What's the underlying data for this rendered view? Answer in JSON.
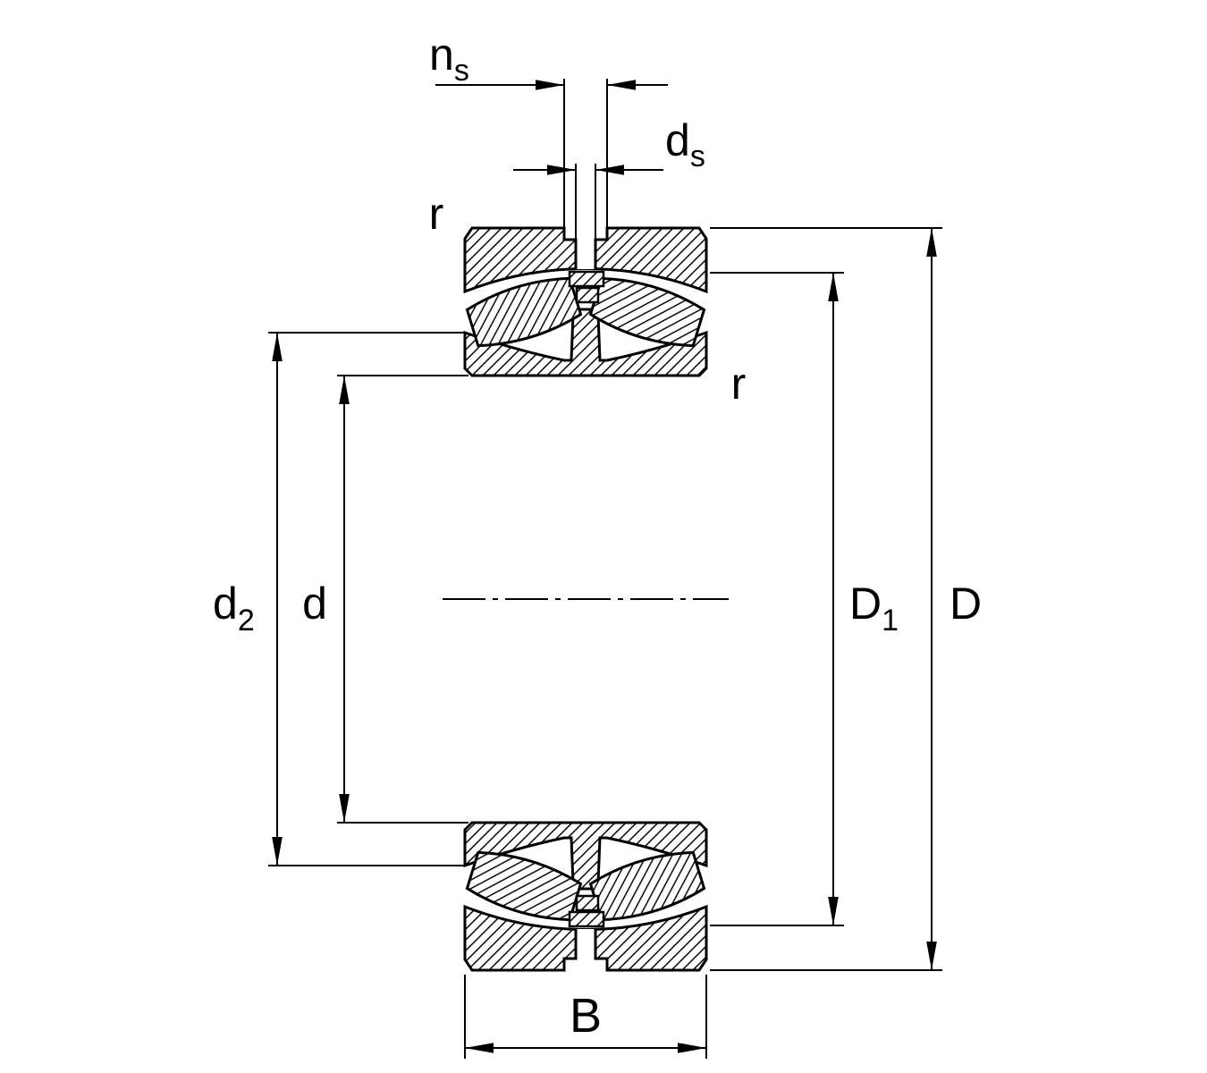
{
  "colors": {
    "line": "#000000",
    "background": "#ffffff"
  },
  "dimensions": {
    "ns": {
      "base": "n",
      "sub": "s"
    },
    "ds": {
      "base": "d",
      "sub": "s"
    },
    "r_outer": "r",
    "r_inner": "r",
    "d2": {
      "base": "d",
      "sub": "2"
    },
    "d": "d",
    "D1": {
      "base": "D",
      "sub": "1"
    },
    "D": "D",
    "B": "B"
  }
}
